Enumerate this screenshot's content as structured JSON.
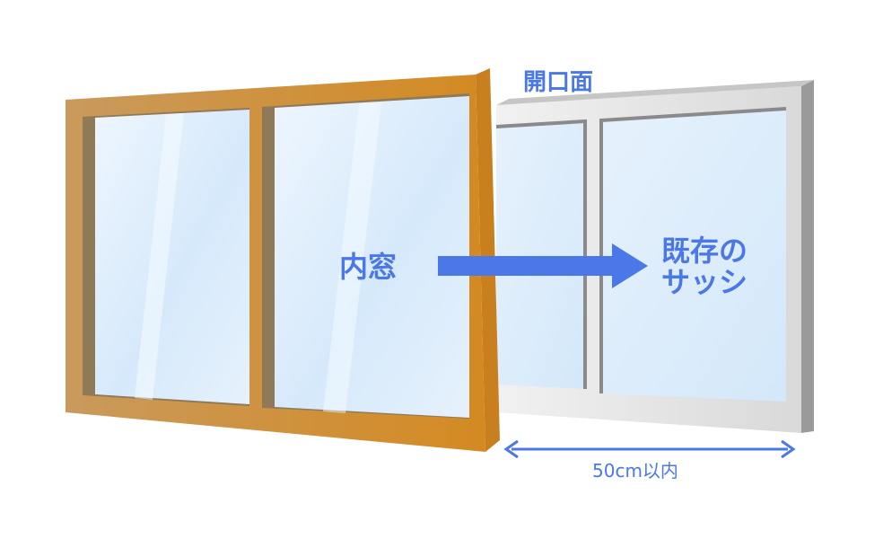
{
  "labels": {
    "opening_face": "開口面",
    "inner_window": "内窓",
    "existing_sash_line1": "既存の",
    "existing_sash_line2": "サッシ",
    "distance": "50cm以内"
  },
  "colors": {
    "accent": "#4a78e8",
    "inner_frame": "#d08a28",
    "outer_frame": "#e2e2e2",
    "glass": "#dcecfb"
  }
}
